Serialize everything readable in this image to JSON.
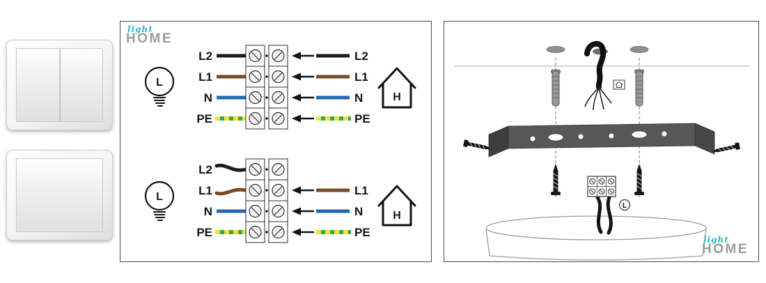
{
  "brand": {
    "script_word": "light",
    "block_word": "HOME",
    "accent_color": "#2fb6c3",
    "letter_color": "#9b9b9b"
  },
  "wiring_panel": {
    "top_diagram": {
      "left_labels": [
        "L2",
        "L1",
        "N",
        "PE"
      ],
      "right_labels": [
        "L2",
        "L1",
        "N",
        "PE"
      ],
      "lamp_symbol": "L",
      "house_symbol": "H"
    },
    "bottom_diagram": {
      "left_labels": [
        "L2",
        "L1",
        "N",
        "PE"
      ],
      "right_labels": [
        "L1",
        "N",
        "PE"
      ],
      "lamp_symbol": "L",
      "house_symbol": "H"
    },
    "wire_colors": {
      "L2": "#1c1c1c",
      "L1": "#7a4a26",
      "N": "#2068b0",
      "PE_green": "#3aa94b",
      "PE_yellow": "#efe13a"
    }
  },
  "mounting_panel": {
    "terminal_symbol": "L"
  }
}
